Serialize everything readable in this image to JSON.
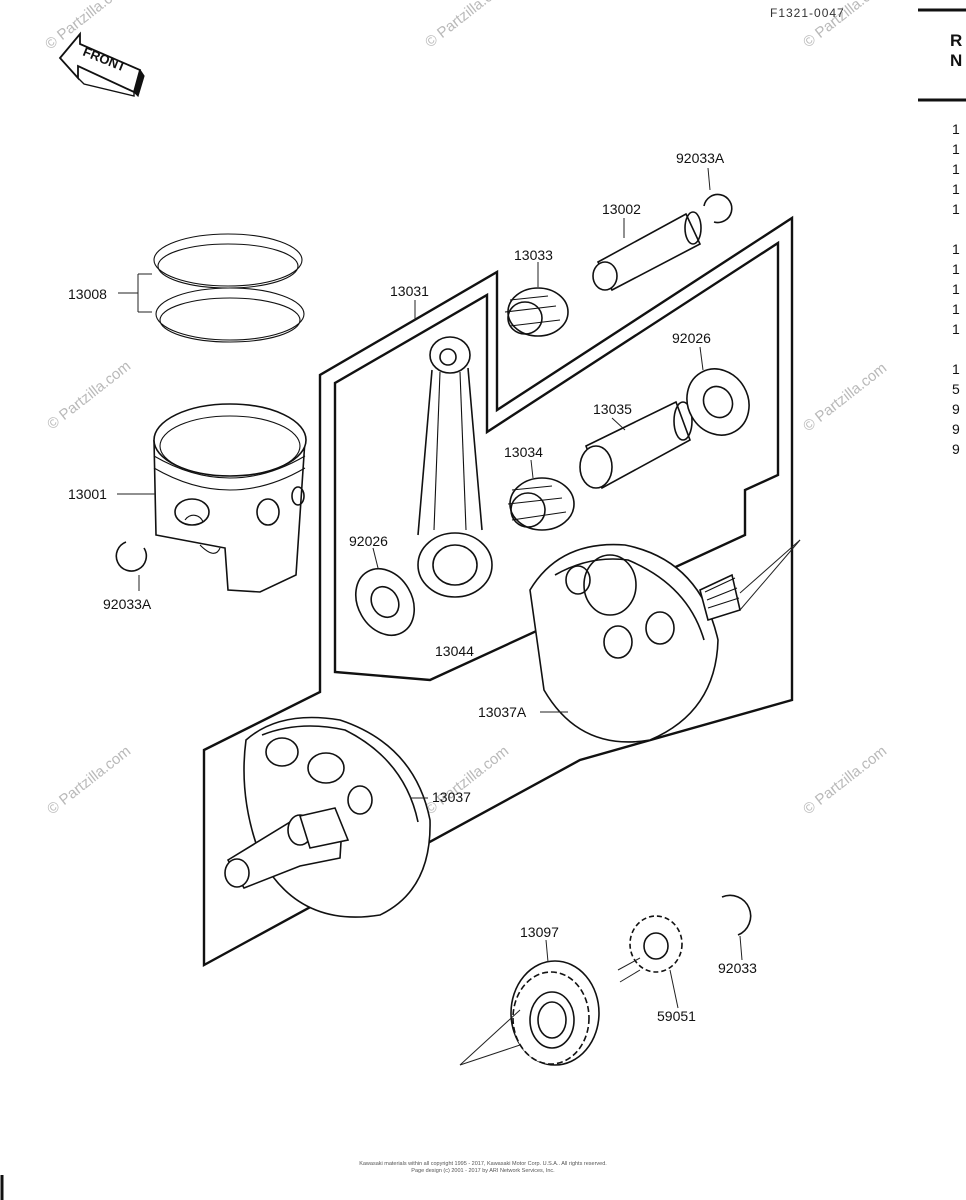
{
  "figure_code": "F1321-0047",
  "front_label": "FRONT",
  "watermark": "© Partzilla.com",
  "parts": [
    {
      "id": "p-13008",
      "label": "13008"
    },
    {
      "id": "p-13001",
      "label": "13001"
    },
    {
      "id": "p-92033a-left",
      "label": "92033A"
    },
    {
      "id": "p-13031",
      "label": "13031"
    },
    {
      "id": "p-13033",
      "label": "13033"
    },
    {
      "id": "p-13002",
      "label": "13002"
    },
    {
      "id": "p-92033a-top",
      "label": "92033A"
    },
    {
      "id": "p-92026-right",
      "label": "92026"
    },
    {
      "id": "p-13035",
      "label": "13035"
    },
    {
      "id": "p-13034",
      "label": "13034"
    },
    {
      "id": "p-92026-left",
      "label": "92026"
    },
    {
      "id": "p-13044",
      "label": "13044"
    },
    {
      "id": "p-13037a",
      "label": "13037A"
    },
    {
      "id": "p-13037",
      "label": "13037"
    },
    {
      "id": "p-13097",
      "label": "13097"
    },
    {
      "id": "p-59051",
      "label": "59051"
    },
    {
      "id": "p-92033-right",
      "label": "92033"
    }
  ],
  "side_panel": {
    "header_lines": [
      "R",
      "N"
    ],
    "cropped_entries": [
      "1",
      "1",
      "1",
      "1",
      "1",
      "1",
      "1",
      "1",
      "1",
      "1",
      "1",
      "5",
      "9",
      "9",
      "9"
    ]
  },
  "footer": {
    "line1": "Kawasaki materials within all copyright 1995 - 2017, Kawasaki Motor Corp. U.S.A.. All rights reserved.",
    "line2": "Page design (c) 2001 - 2017 by ARI Network Services, Inc."
  }
}
